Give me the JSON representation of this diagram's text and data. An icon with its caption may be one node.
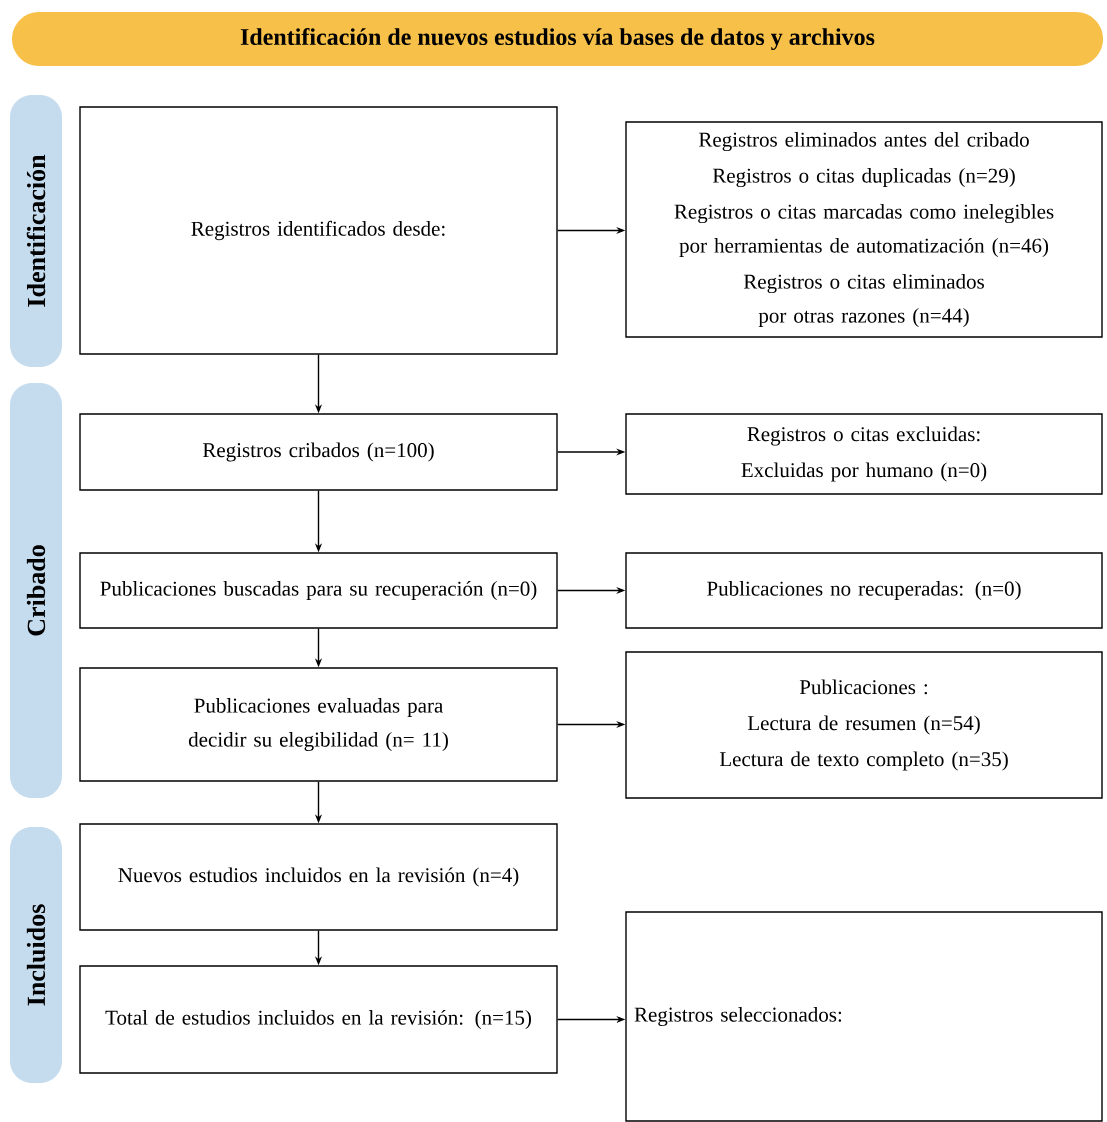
{
  "diagram": {
    "nodes": [
      {
        "text": [
          "Identificación de nuevos estudios vía bases de datos y archivos"
        ]
      },
      {
        "text": [
          "Identificación"
        ]
      },
      {
        "text": [
          "Cribado"
        ]
      },
      {
        "text": [
          "Incluidos"
        ]
      },
      {
        "text": [
          "Registros identificados desde:"
        ]
      },
      {
        "text": [
          "Registros eliminados antes del cribado",
          "Registros o citas duplicadas (n=29)",
          "Registros o citas marcadas como inelegibles por herramientas de automatización (n=46)",
          "Registros o citas eliminados por otras razones (n=44)"
        ]
      },
      {
        "text": [
          "Registros cribados (n=100)"
        ]
      },
      {
        "text": [
          "Registros o citas excluidas:",
          "Excluidas por humano (n=0)"
        ]
      },
      {
        "text": [
          "Publicaciones buscadas para su recuperación (n=0)"
        ]
      },
      {
        "text": [
          "Publicaciones no recuperadas: (n=0)"
        ]
      },
      {
        "text": [
          "Publicaciones evaluadas para decidir su elegibilidad (n= 11)"
        ]
      },
      {
        "text": [
          "Publicaciones :",
          "Lectura de resumen (n=54)",
          "Lectura de texto completo (n=35)"
        ]
      },
      {
        "text": [
          "Nuevos estudios incluidos en la revisión (n=4)"
        ]
      },
      {
        "text": [
          "Total de estudios incluidos en la revisión: (n=15)"
        ]
      },
      {
        "text": [
          "Registros seleccionados:"
        ]
      }
    ],
    "edges": [
      {
        "from": 4,
        "to": 5,
        "arrow": "to"
      },
      {
        "from": 4,
        "to": 6,
        "arrow": "to"
      },
      {
        "from": 6,
        "to": 7,
        "arrow": "to"
      },
      {
        "from": 6,
        "to": 8,
        "arrow": "to"
      },
      {
        "from": 8,
        "to": 9,
        "arrow": "to"
      },
      {
        "from": 8,
        "to": 10,
        "arrow": "to"
      },
      {
        "from": 10,
        "to": 11,
        "arrow": "to"
      },
      {
        "from": 10,
        "to": 12,
        "arrow": "to"
      },
      {
        "from": 12,
        "to": 13,
        "arrow": "to"
      },
      {
        "from": 13,
        "to": 14,
        "arrow": "to"
      }
    ]
  }
}
